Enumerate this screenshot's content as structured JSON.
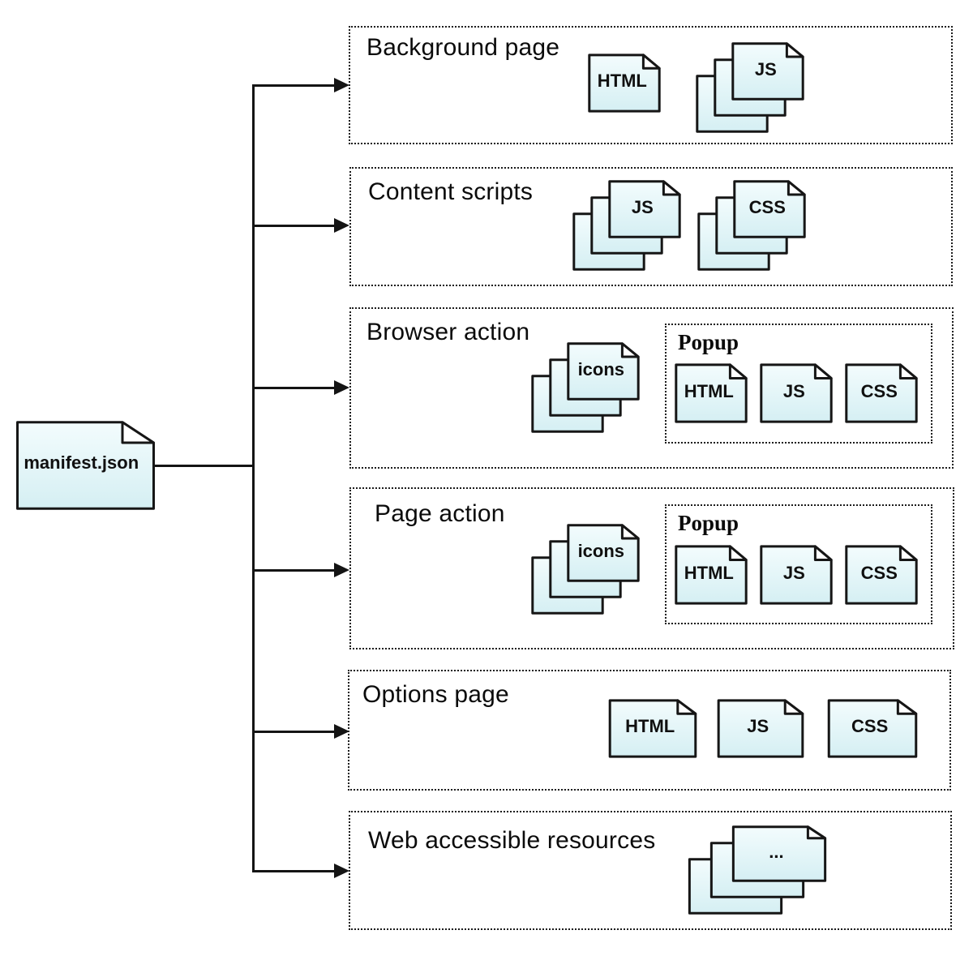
{
  "diagram": {
    "root": {
      "label": "manifest.json"
    },
    "sections": [
      {
        "id": "background-page",
        "label": "Background page",
        "items": [
          {
            "type": "doc",
            "label": "HTML"
          },
          {
            "type": "stack",
            "label": "JS"
          }
        ]
      },
      {
        "id": "content-scripts",
        "label": "Content scripts",
        "items": [
          {
            "type": "stack",
            "label": "JS"
          },
          {
            "type": "stack",
            "label": "CSS"
          }
        ]
      },
      {
        "id": "browser-action",
        "label": "Browser action",
        "items": [
          {
            "type": "stack",
            "label": "icons"
          }
        ],
        "popup": {
          "label": "Popup",
          "items": [
            "HTML",
            "JS",
            "CSS"
          ]
        }
      },
      {
        "id": "page-action",
        "label": "Page action",
        "items": [
          {
            "type": "stack",
            "label": "icons"
          }
        ],
        "popup": {
          "label": "Popup",
          "items": [
            "HTML",
            "JS",
            "CSS"
          ]
        }
      },
      {
        "id": "options-page",
        "label": "Options page",
        "items": [
          {
            "type": "doc",
            "label": "HTML"
          },
          {
            "type": "doc",
            "label": "JS"
          },
          {
            "type": "doc",
            "label": "CSS"
          }
        ]
      },
      {
        "id": "web-accessible-resources",
        "label": "Web accessible resources",
        "items": [
          {
            "type": "stack",
            "label": "..."
          }
        ]
      }
    ],
    "colors": {
      "doc_fill_top": "#f3fcfd",
      "doc_fill_bottom": "#d5eff3",
      "line": "#141414"
    }
  }
}
